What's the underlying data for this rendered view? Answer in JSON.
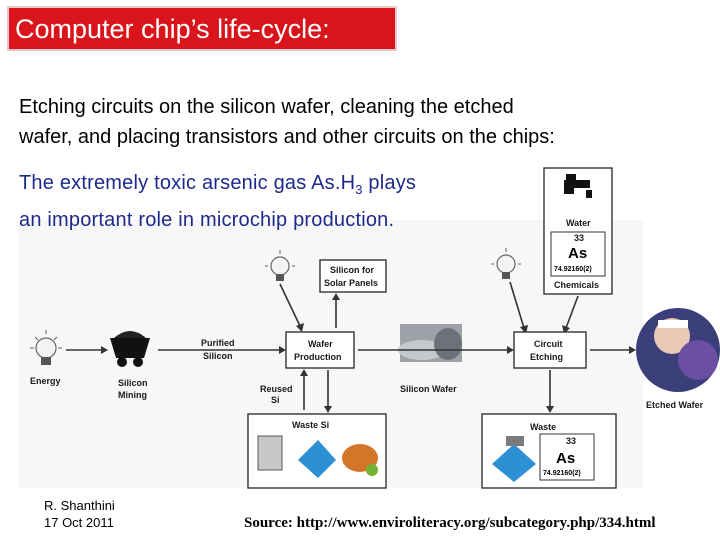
{
  "slide": {
    "title": "Computer chip’s life-cycle:",
    "intro_line1": "Etching circuits on the silicon wafer, cleaning the etched",
    "intro_line2": "wafer, and placing transistors and other circuits on the chips:",
    "arsenic_pre": "The extremely toxic arsenic gas As.H",
    "arsenic_sub": "3",
    "arsenic_post": " plays",
    "arsenic_line2": "an important role in microchip production.",
    "author_name": "R. Shanthini",
    "author_date": "17 Oct 2011",
    "source": "Source: http://www.enviroliteracy.org/subcategory.php/334.html"
  },
  "diagram": {
    "energy": "Energy",
    "silicon_mining_1": "Silicon",
    "silicon_mining_2": "Mining",
    "purified_1": "Purified",
    "purified_2": "Silicon",
    "solar_1": "Silicon for",
    "solar_2": "Solar Panels",
    "wafer_prod_1": "Wafer",
    "wafer_prod_2": "Production",
    "reused_1": "Reused",
    "reused_2": "Si",
    "silicon_wafer": "Silicon Wafer",
    "waste_si": "Waste Si",
    "water": "Water",
    "as_number_top": "33",
    "as_symbol": "As",
    "as_mass": "74.92160(2)",
    "chemicals": "Chemicals",
    "circuit_1": "Circuit",
    "circuit_2": "Etching",
    "waste": "Waste",
    "as_number_bottom": "33",
    "as_symbol_bottom": "As",
    "as_mass_bottom": "74.92160(2)",
    "etched_wafer": "Etched Wafer"
  }
}
